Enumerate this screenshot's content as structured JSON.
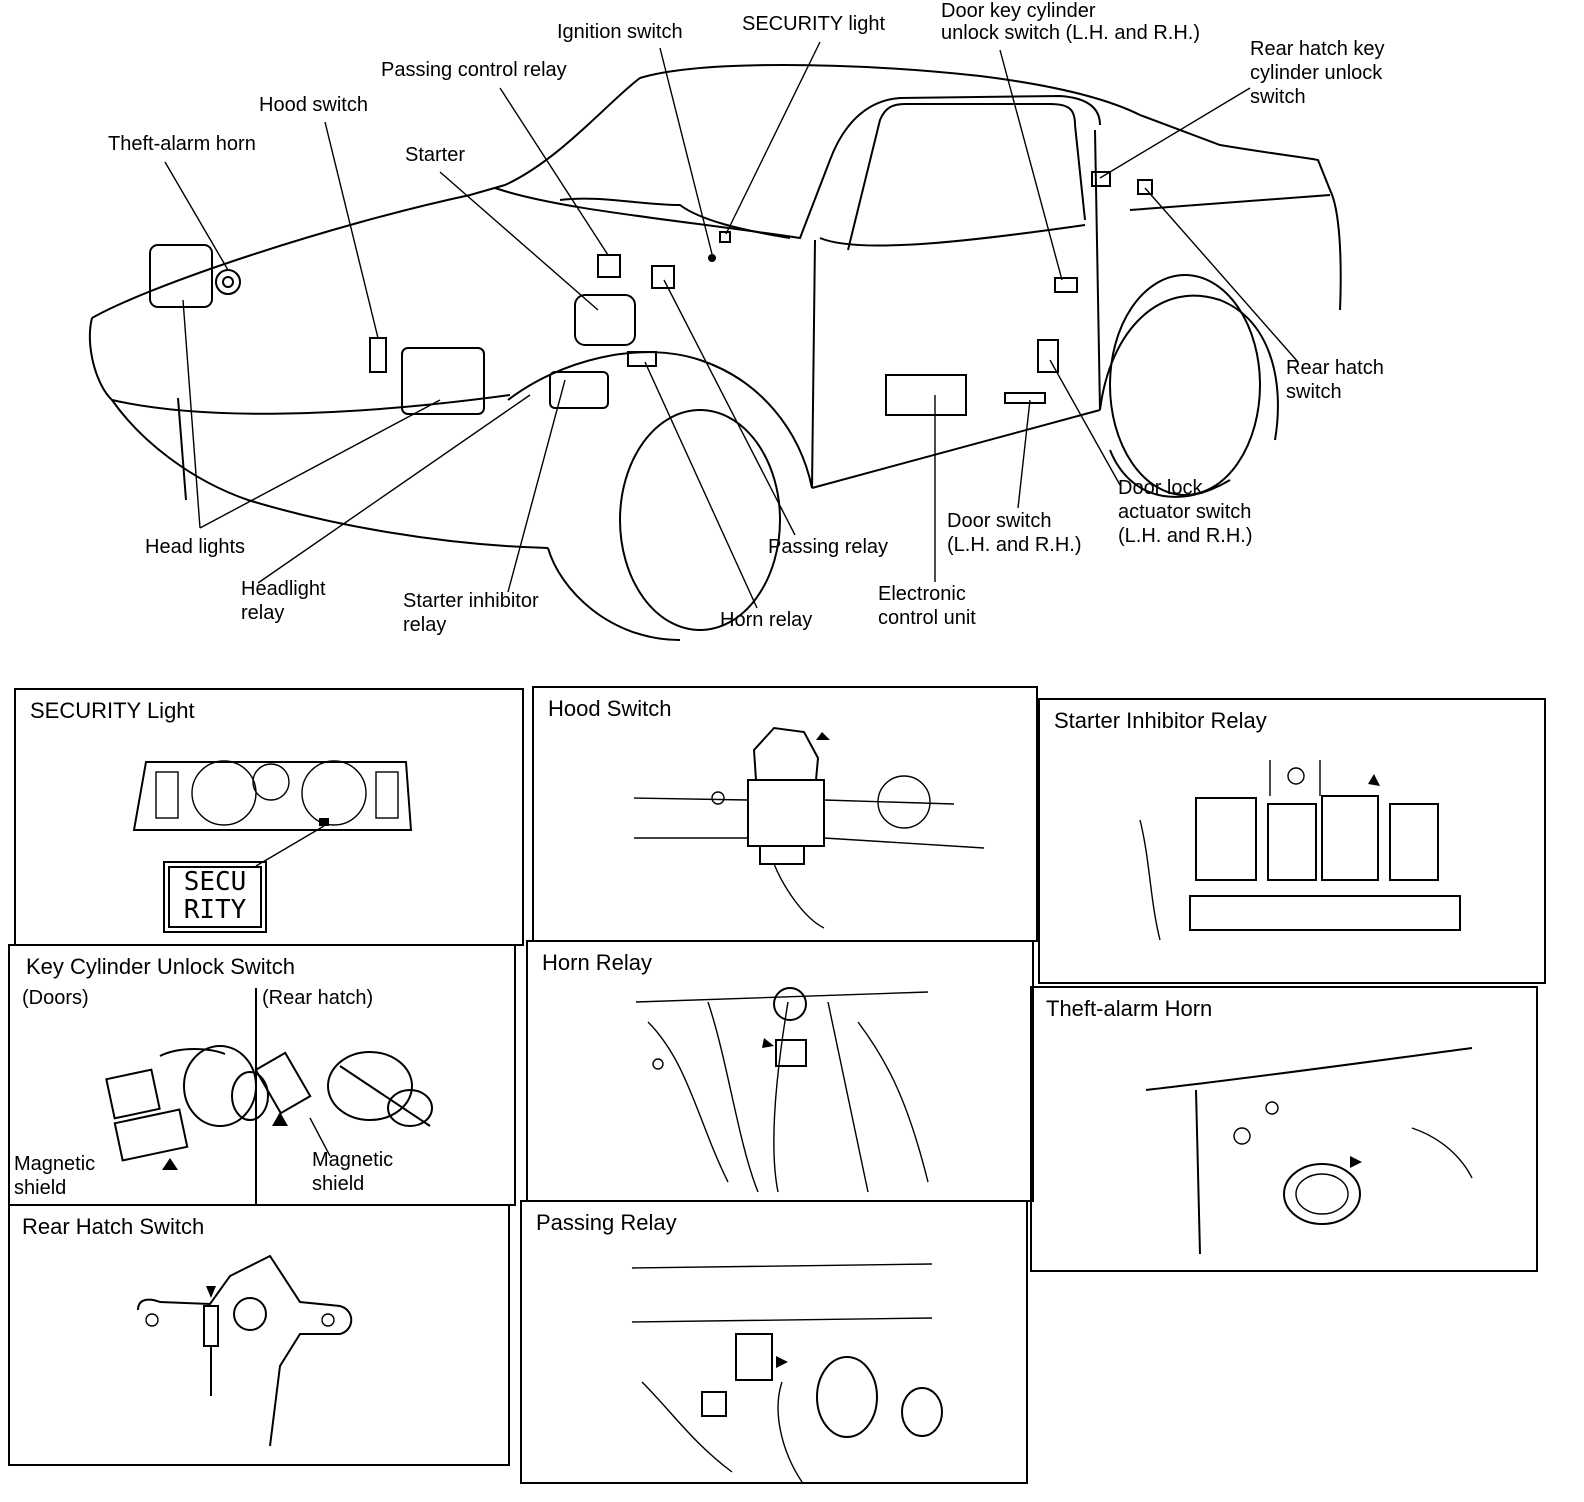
{
  "overview_labels": {
    "ignition_switch": "Ignition switch",
    "security_light": "SECURITY light",
    "door_key_cylinder": "Door key cylinder\nunlock switch (L.H. and R.H.)",
    "rear_hatch_key_cylinder": "Rear hatch key\ncylinder unlock\nswitch",
    "passing_control_relay": "Passing control relay",
    "hood_switch": "Hood switch",
    "theft_alarm_horn": "Theft-alarm horn",
    "starter": "Starter",
    "rear_hatch_switch": "Rear hatch\nswitch",
    "door_lock_actuator_switch": "Door lock\nactuator switch\n(L.H. and R.H.)",
    "door_switch": "Door switch\n(L.H. and R.H.)",
    "passing_relay": "Passing relay",
    "head_lights": "Head lights",
    "headlight_relay": "Headlight\nrelay",
    "starter_inhibitor_relay": "Starter inhibitor\nrelay",
    "horn_relay": "Horn relay",
    "electronic_control_unit": "Electronic\ncontrol unit"
  },
  "panels": {
    "security_light": {
      "title": "SECURITY Light",
      "display_text": "SECU\nRITY"
    },
    "hood_switch": {
      "title": "Hood Switch"
    },
    "starter_inhibitor_relay": {
      "title": "Starter Inhibitor Relay"
    },
    "key_cylinder": {
      "title": "Key Cylinder Unlock Switch",
      "doors": "(Doors)",
      "rear_hatch": "(Rear hatch)",
      "shield_left": "Magnetic\nshield",
      "shield_right": "Magnetic\nshield"
    },
    "horn_relay": {
      "title": "Horn Relay"
    },
    "theft_alarm_horn": {
      "title": "Theft-alarm Horn"
    },
    "rear_hatch_switch": {
      "title": "Rear Hatch Switch"
    },
    "passing_relay": {
      "title": "Passing Relay"
    }
  }
}
